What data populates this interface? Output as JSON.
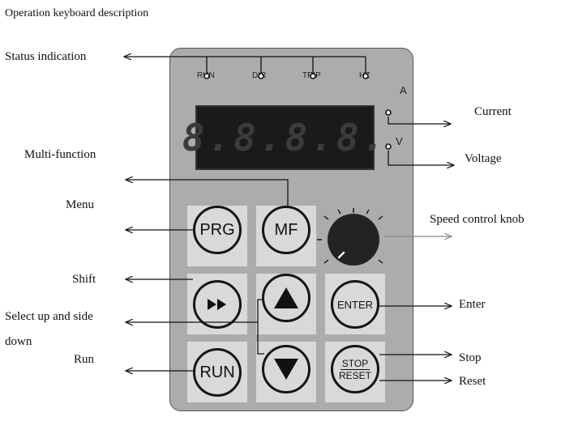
{
  "title": "Operation keyboard description",
  "labels": {
    "status": "Status indication",
    "current": "Current",
    "voltage": "Voltage",
    "multifunction": "Multi-function",
    "menu": "Menu",
    "speed_knob": "Speed control knob",
    "shift": "Shift",
    "select_line1": "Select up and side",
    "select_line2": "down",
    "enter": "Enter",
    "run": "Run",
    "stop": "Stop",
    "reset": "Reset"
  },
  "leds": {
    "run": "RUN",
    "dir": "DIR",
    "trip": "TRIP",
    "hz": "HZ"
  },
  "display": {
    "text": "8.8.8.8."
  },
  "units": {
    "a": "A",
    "v": "V"
  },
  "keys": {
    "prg": "PRG",
    "mf": "MF",
    "shift_icon": "fast-forward-icon",
    "up_icon": "up-triangle-icon",
    "down_icon": "down-triangle-icon",
    "enter": "ENTER",
    "run": "RUN",
    "stop": "STOP",
    "reset": "RESET"
  },
  "colors": {
    "panel": "#acacac",
    "display_bg": "#1a1a1a",
    "key_bg": "#d9d9d9"
  }
}
